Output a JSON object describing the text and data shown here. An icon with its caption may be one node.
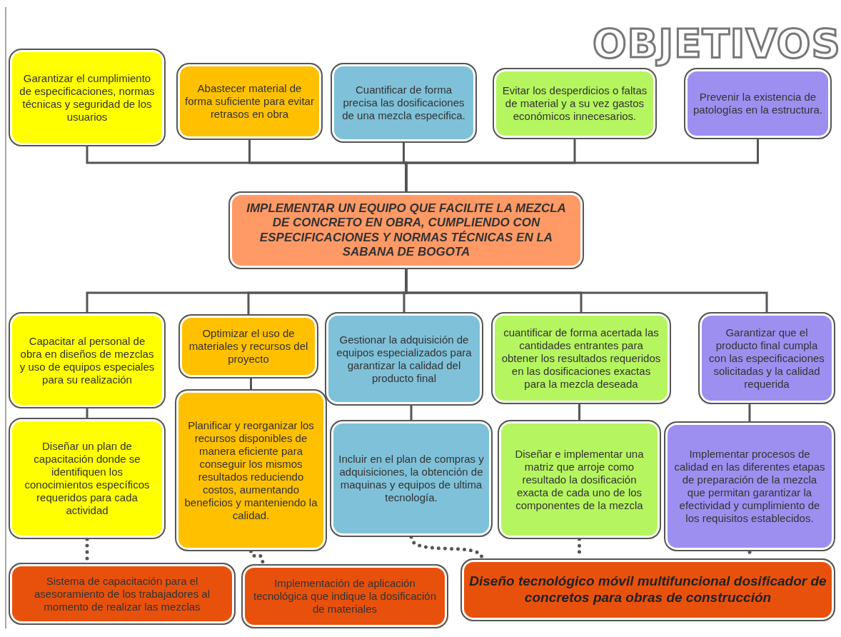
{
  "diagram": {
    "title": "OBJETIVOS",
    "nodes": [
      {
        "text": [
          "Garantizar el cumplimiento de especificaciones, normas técnicas y seguridad de los usuarios"
        ]
      },
      {
        "text": [
          "Abastecer material de forma suficiente para evitar retrasos en obra"
        ]
      },
      {
        "text": [
          "Cuantificar de forma precisa las dosificaciones de una mezcla especifica."
        ]
      },
      {
        "text": [
          "Evitar los desperdicios o faltas de material y a su vez gastos económicos innecesarios."
        ]
      },
      {
        "text": [
          "Prevenir la existencia de patologías en la estructura."
        ]
      },
      {
        "text": [
          "IMPLEMENTAR UN EQUIPO QUE FACILITE LA MEZCLA DE CONCRETO EN OBRA, CUMPLIENDO CON ESPECIFICACIONES Y NORMAS TÉCNICAS EN LA SABANA DE BOGOTA"
        ]
      },
      {
        "text": [
          "Capacitar al personal de obra en diseños de mezclas y uso de equipos especiales para su realización"
        ]
      },
      {
        "text": [
          "Optimizar el uso de materiales y recursos del proyecto"
        ]
      },
      {
        "text": [
          "Gestionar la adquisición de equipos especializados para garantizar la calidad del producto final"
        ]
      },
      {
        "text": [
          "cuantificar de forma acertada las cantidades entrantes para obtener los resultados requeridos en las dosificaciones exactas para la mezcla deseada"
        ]
      },
      {
        "text": [
          "Garantizar que el producto final cumpla con las especificaciones solicitadas y la calidad requerida"
        ]
      },
      {
        "text": [
          "Diseñar un plan de capacitación donde se identifiquen los conocimientos específicos requeridos para cada actividad"
        ]
      },
      {
        "text": [
          "Planificar y reorganizar los recursos disponibles de manera eficiente para conseguir los mismos resultados reduciendo costos, aumentando beneficios y manteniendo la calidad."
        ]
      },
      {
        "text": [
          "Incluir en el plan de compras y adquisiciones, la obtención de maquinas y equipos de ultima tecnología."
        ]
      },
      {
        "text": [
          "Diseñar e implementar una matriz que arroje como resultado la dosificación exacta de cada uno de los componentes de la mezcla"
        ]
      },
      {
        "text": [
          "Implementar procesos de calidad en las diferentes etapas de preparación de la mezcla que permitan garantizar la efectividad y cumplimiento de los requisitos establecidos."
        ]
      },
      {
        "text": [
          "Sistema de capacitación para el asesoramiento de los trabajadores al momento de realizar las mezclas"
        ]
      },
      {
        "text": [
          "Implementación de aplicación tecnológica que indique la dosificación de materiales"
        ]
      },
      {
        "text": [
          "Diseño tecnológico móvil multifuncional dosificador de concretos para obras de construcción"
        ]
      }
    ],
    "edges": [
      {
        "from": 0,
        "to": 5,
        "arrow": "none"
      },
      {
        "from": 1,
        "to": 5,
        "arrow": "none"
      },
      {
        "from": 2,
        "to": 5,
        "arrow": "none"
      },
      {
        "from": 3,
        "to": 5,
        "arrow": "none"
      },
      {
        "from": 4,
        "to": 5,
        "arrow": "none"
      },
      {
        "from": 5,
        "to": 6,
        "arrow": "none"
      },
      {
        "from": 5,
        "to": 7,
        "arrow": "none"
      },
      {
        "from": 5,
        "to": 8,
        "arrow": "none"
      },
      {
        "from": 5,
        "to": 9,
        "arrow": "none"
      },
      {
        "from": 5,
        "to": 10,
        "arrow": "none"
      },
      {
        "from": 6,
        "to": 11,
        "arrow": "none"
      },
      {
        "from": 7,
        "to": 12,
        "arrow": "none"
      },
      {
        "from": 8,
        "to": 13,
        "arrow": "none"
      },
      {
        "from": 9,
        "to": 14,
        "arrow": "none"
      },
      {
        "from": 10,
        "to": 15,
        "arrow": "none"
      },
      {
        "from": 11,
        "to": 16,
        "arrow": "none",
        "style": "dashed"
      },
      {
        "from": 12,
        "to": 17,
        "arrow": "none",
        "style": "dashed"
      },
      {
        "from": 13,
        "to": 18,
        "arrow": "none",
        "style": "dashed"
      },
      {
        "from": 14,
        "to": 18,
        "arrow": "none",
        "style": "dashed"
      },
      {
        "from": 15,
        "to": 18,
        "arrow": "none",
        "style": "dashed"
      }
    ]
  }
}
